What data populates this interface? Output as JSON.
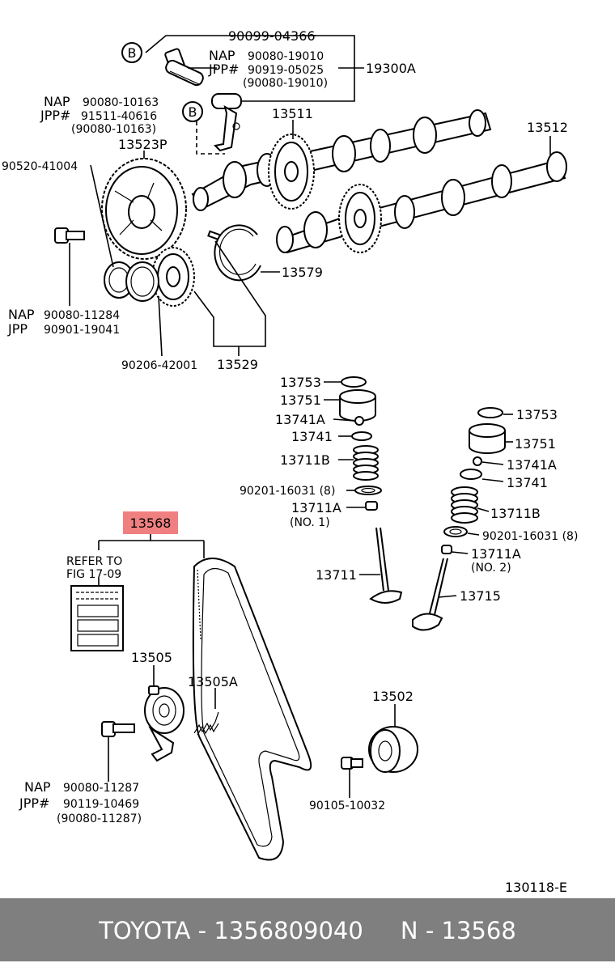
{
  "labels": {
    "p90099": "90099-04366",
    "b1": "B",
    "b2": "B",
    "nap1": "NAP",
    "nap1_pn": "90080-19010",
    "jpp1": "JPP#",
    "jpp1_pn": "90919-05025",
    "alt1": "(90080-19010)",
    "p19300a": "19300A",
    "nap2": "NAP",
    "nap2_pn": "90080-10163",
    "jpp2": "JPP#",
    "jpp2_pn": "91511-40616",
    "alt2": "(90080-10163)",
    "p13511": "13511",
    "p13512": "13512",
    "p13523p": "13523P",
    "p90520": "90520-41004",
    "p13579": "13579",
    "nap3": "NAP",
    "nap3_pn": "90080-11284",
    "jpp3": "JPP",
    "jpp3_pn": "90901-19041",
    "p90206": "90206-42001",
    "p13529": "13529",
    "p13753a": "13753",
    "p13751a": "13751",
    "p13741Aa": "13741A",
    "p13741a": "13741",
    "p13711Ba": "13711B",
    "p90201a": "90201-16031 (8)",
    "p13711Aa": "13711A",
    "no1": "(NO. 1)",
    "p13711": "13711",
    "p13753b": "13753",
    "p13751b": "13751",
    "p13741Ab": "13741A",
    "p13741b": "13741",
    "p13711Bb": "13711B",
    "p90201b": "90201-16031 (8)",
    "p13711Ab": "13711A",
    "no2": "(NO. 2)",
    "p13715": "13715",
    "p13568": "13568",
    "refer1": "REFER TO",
    "refer2": "FIG 17-09",
    "p13505": "13505",
    "p13505a": "13505A",
    "p13502": "13502",
    "nap4": "NAP",
    "nap4_pn": "90080-11287",
    "jpp4": "JPP#",
    "jpp4_pn": "90119-10469",
    "alt4": "(90080-11287)",
    "p90105": "90105-10032",
    "fig_code": "130118-E"
  },
  "highlight_color": "#f08080",
  "footer": {
    "text": "TOYOTA - 1356809040     N - 13568",
    "background": "#7f7f7f"
  }
}
